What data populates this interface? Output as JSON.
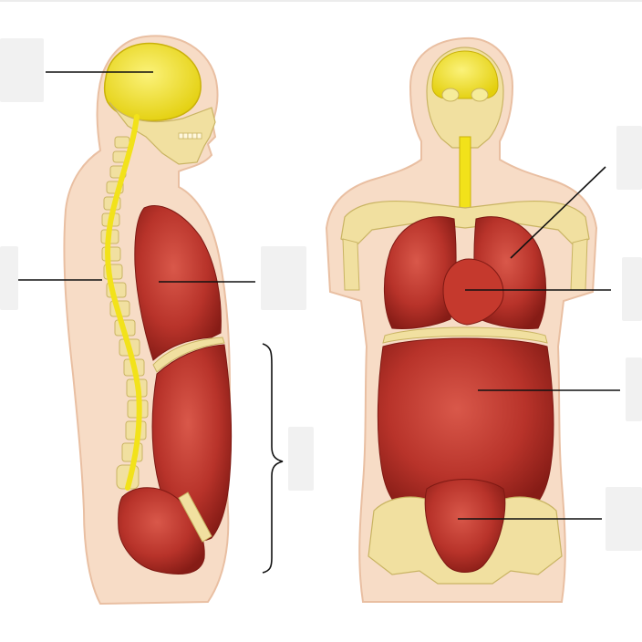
{
  "diagram": {
    "views": [
      "lateral-view",
      "anterior-view"
    ],
    "colors": {
      "skin": "#f7dcc6",
      "skin_outline": "#e9bfa2",
      "bone": "#f1e0a0",
      "bone_outline": "#c9b463",
      "nervous": "#f2e21a",
      "organ": "#b8332a",
      "organ_dark": "#8e1f19",
      "organ_light": "#d45a4b",
      "leader": "#111111",
      "label_box": "#f1f1f1"
    },
    "labels": [
      {
        "id": "cranial",
        "text": ""
      },
      {
        "id": "vertebral",
        "text": ""
      },
      {
        "id": "thoracic-lateral",
        "text": ""
      },
      {
        "id": "abdominopelvic",
        "text": ""
      },
      {
        "id": "pleural",
        "text": ""
      },
      {
        "id": "pericardial",
        "text": ""
      },
      {
        "id": "abdominal",
        "text": ""
      },
      {
        "id": "pelvic",
        "text": ""
      }
    ]
  }
}
